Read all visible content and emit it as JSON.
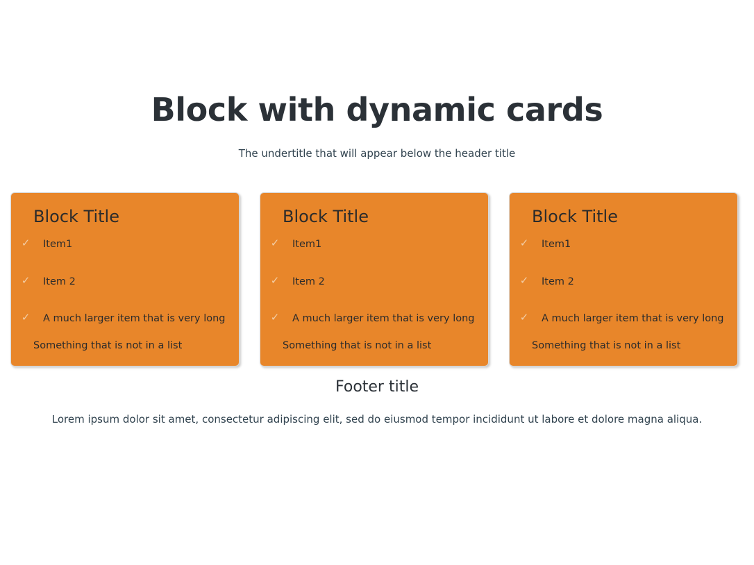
{
  "header": {
    "title": "Block with dynamic cards",
    "subtitle": "The undertitle that will appear below the header title"
  },
  "cards": [
    {
      "title": "Block Title",
      "items": [
        {
          "icon": "check-icon",
          "glyph": "✓",
          "label": "Item1"
        },
        {
          "icon": "check-icon",
          "glyph": "✓",
          "label": "Item 2"
        },
        {
          "icon": "check-icon",
          "glyph": "✓",
          "label": "A much larger item that is very long"
        }
      ],
      "note": "Something that is not in a list"
    },
    {
      "title": "Block Title",
      "items": [
        {
          "icon": "check-icon",
          "glyph": "✓",
          "label": "Item1"
        },
        {
          "icon": "check-icon",
          "glyph": "✓",
          "label": "Item 2"
        },
        {
          "icon": "check-icon",
          "glyph": "✓",
          "label": "A much larger item that is very long"
        }
      ],
      "note": "Something that is not in a list"
    },
    {
      "title": "Block Title",
      "items": [
        {
          "icon": "check-icon",
          "glyph": "✓",
          "label": "Item1"
        },
        {
          "icon": "check-icon",
          "glyph": "✓",
          "label": "Item 2"
        },
        {
          "icon": "check-icon",
          "glyph": "✓",
          "label": "A much larger item that is very long"
        }
      ],
      "note": "Something that is not in a list"
    }
  ],
  "footer": {
    "title": "Footer title",
    "text": "Lorem ipsum dolor sit amet, consectetur adipiscing elit, sed do eiusmod tempor incididunt ut labore et dolore magna aliqua."
  },
  "colors": {
    "card_background": "#e8862a",
    "card_border": "#d9d9d9",
    "check_mark": "#f2cda6",
    "text_dark": "#2b3137",
    "page_background": "#ffffff"
  }
}
